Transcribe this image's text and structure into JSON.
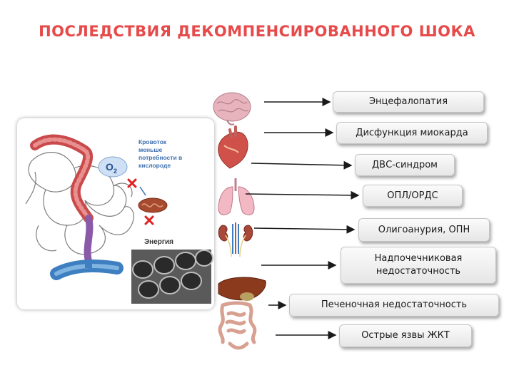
{
  "title": "ПОСЛЕДСТВИЯ ДЕКОМПЕНСИРОВАННОГО ШОКА",
  "panel": {
    "blood_flow_note": [
      "Кровоток",
      "меньше",
      "потребности в",
      "кислороде"
    ],
    "oxygen_label": "O",
    "oxygen_subscript": "2",
    "energy_label": "Энергия"
  },
  "organ_icons": [
    "brain-icon",
    "heart-icon",
    "lungs-icon",
    "kidneys-icon",
    "liver-icon",
    "intestines-icon"
  ],
  "outcomes": [
    "Энцефалопатия",
    "Дисфункция миокарда",
    "ДВС-синдром",
    "ОПЛ/ОРДС",
    "Олигоанурия, ОПН",
    "Надпочечниковая недостаточность",
    "Печеночная недостаточность",
    "Острые язвы ЖКТ"
  ],
  "colors": {
    "title": "#e64a4a",
    "artery": "#c94a4a",
    "vein": "#3d7fc0",
    "capillary_purple": "#8a5aa8",
    "cross_mark": "#e02020",
    "arrow": "#1a1a1a"
  }
}
